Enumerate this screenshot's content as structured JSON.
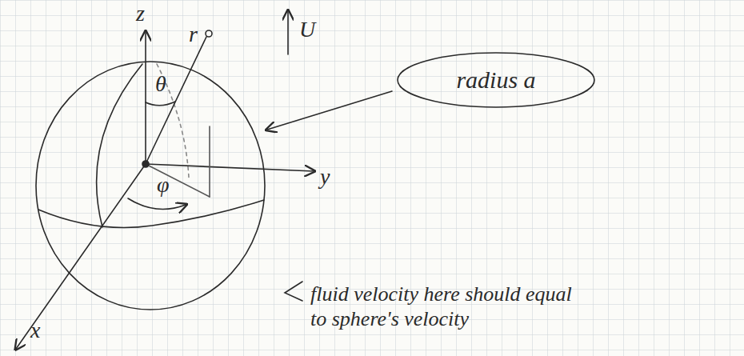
{
  "diagram": {
    "nodes": [
      {
        "text": [
          "radius a"
        ]
      }
    ],
    "labels": [
      "z",
      "r",
      "θ",
      "U",
      "y",
      "x",
      "φ",
      "fluid velocity here should equal to sphere's velocity"
    ]
  }
}
